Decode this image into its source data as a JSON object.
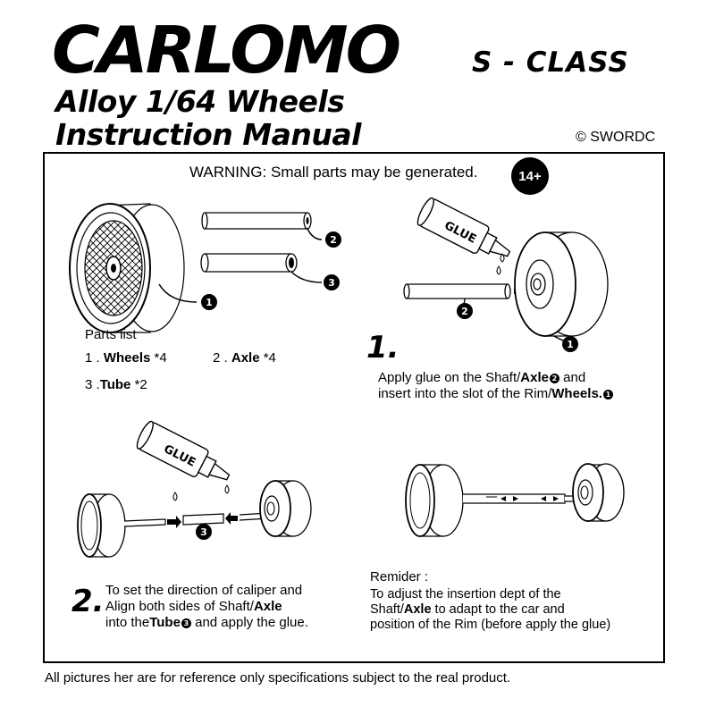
{
  "header": {
    "brand": "CARLOMO",
    "subtitle_line1": "Alloy 1/64 Wheels",
    "subtitle_line2": "Instruction Manual",
    "series": "S - CLASS",
    "copyright": "© SWORDC"
  },
  "warning": {
    "text": "WARNING: Small parts may be generated.",
    "age_badge": "14+"
  },
  "parts": {
    "title": "Parts list",
    "item1_num": "1 .",
    "item1_name": "Wheels",
    "item1_qty": "*4",
    "item2_num": "2 .",
    "item2_name": "Axle",
    "item2_qty": "*4",
    "item3_num": "3 .",
    "item3_name": "Tube",
    "item3_qty": "*2"
  },
  "callouts": {
    "one": "1",
    "two": "2",
    "three": "3"
  },
  "glue_label": "GLUE",
  "step1": {
    "number": "1.",
    "line1_a": "Apply glue on the Shaft/",
    "line1_b": "Axle",
    "line1_c": " and",
    "line2_a": "insert into the slot of the Rim/",
    "line2_b": "Wheels."
  },
  "step2": {
    "number": "2.",
    "line1": "To set the direction of caliper and",
    "line2_a": "Align both sides of Shaft/",
    "line2_b": "Axle",
    "line3_a": "into the",
    "line3_b": "Tube",
    "line3_c": "  and apply the glue."
  },
  "reminder": {
    "title": "Remider :",
    "line1": "To adjust the insertion dept of the",
    "line2_a": "Shaft/",
    "line2_b": "Axle",
    "line2_c": " to adapt to the car and",
    "line3": "position of the Rim (before apply the glue)"
  },
  "footer": "All pictures her are for reference only specifications subject to the real product."
}
